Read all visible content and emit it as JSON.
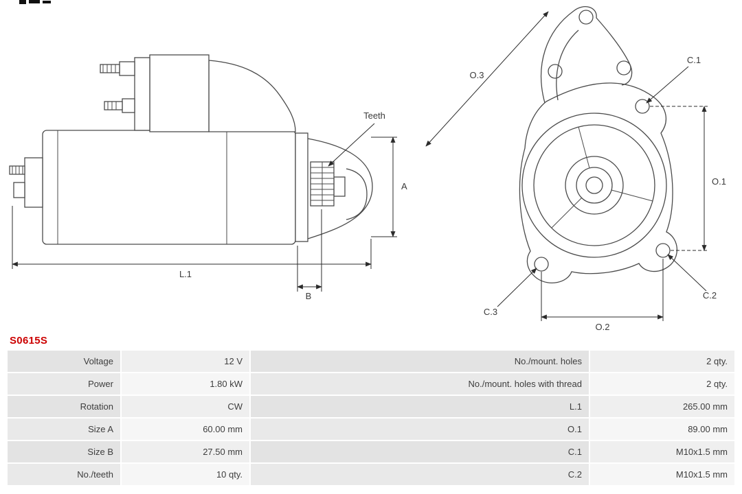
{
  "part_number": "S0615S",
  "diagram": {
    "labels": {
      "teeth": "Teeth",
      "a": "A",
      "l1": "L.1",
      "b": "B",
      "o1": "O.1",
      "o2": "O.2",
      "o3": "O.3",
      "c1": "C.1",
      "c2": "C.2",
      "c3": "C.3"
    }
  },
  "table": {
    "rows": [
      {
        "l_label": "Voltage",
        "l_value": "12 V",
        "r_label": "No./mount. holes",
        "r_value": "2 qty."
      },
      {
        "l_label": "Power",
        "l_value": "1.80 kW",
        "r_label": "No./mount. holes with thread",
        "r_value": "2 qty."
      },
      {
        "l_label": "Rotation",
        "l_value": "CW",
        "r_label": "L.1",
        "r_value": "265.00 mm"
      },
      {
        "l_label": "Size A",
        "l_value": "60.00 mm",
        "r_label": "O.1",
        "r_value": "89.00 mm"
      },
      {
        "l_label": "Size B",
        "l_value": "27.50 mm",
        "r_label": "C.1",
        "r_value": "M10x1.5 mm"
      },
      {
        "l_label": "No./teeth",
        "l_value": "10 qty.",
        "r_label": "C.2",
        "r_value": "M10x1.5 mm"
      }
    ]
  }
}
